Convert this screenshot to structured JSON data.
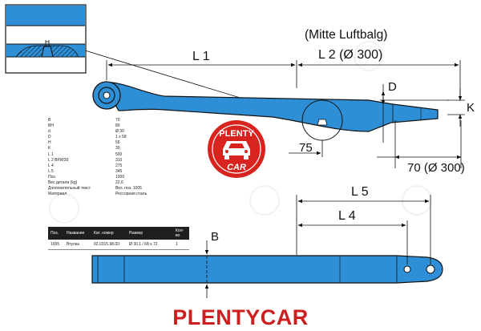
{
  "drawing": {
    "mitte_luftbalg": "(Mitte Luftbalg)",
    "dim_l1": "L 1",
    "dim_l2": "L 2 (Ø 300)",
    "dim_d": "D",
    "dim_k": "K",
    "dim_75": "75",
    "dim_70": "70 (Ø 300)",
    "dim_l5": "L 5",
    "dim_l4": "L 4",
    "dim_b": "B"
  },
  "specs": [
    {
      "key": "B",
      "value": "70"
    },
    {
      "key": "BH",
      "value": "80"
    },
    {
      "key": "d",
      "value": "Ø 30"
    },
    {
      "key": "D",
      "value": "1 x 58"
    },
    {
      "key": "H",
      "value": "56"
    },
    {
      "key": "K",
      "value": "30"
    },
    {
      "key": "L 1",
      "value": "500"
    },
    {
      "key": "L 2 ВРИ/30",
      "value": "310"
    },
    {
      "key": "L 4",
      "value": "275"
    },
    {
      "key": "L 5",
      "value": "345"
    },
    {
      "key": "Поз.",
      "value": "1000"
    },
    {
      "key": "Вес детали (kg)",
      "value": "22,6"
    },
    {
      "key": "Дополнительный текст",
      "value": "Вкл. поз. 1005"
    },
    {
      "key": "Материал",
      "value": "Рессорная сталь"
    }
  ],
  "parts_table": {
    "headers": [
      "Поз.",
      "Название",
      "Кат. номер",
      "Размер",
      "Кол-во"
    ],
    "rows": [
      [
        "1005",
        "Втулка",
        "02.0315.98.00",
        "Ø 30,1 / 68 x 72",
        "1"
      ]
    ]
  },
  "logo": {
    "top": "PLENTY",
    "bottom": "CAR"
  },
  "brand": "PLENTYCAR",
  "colors": {
    "part_fill": "#2e8fd6",
    "outline": "#0a0a0a",
    "logo_red": "#d8231f",
    "brand_red": "#cc1f1f"
  }
}
